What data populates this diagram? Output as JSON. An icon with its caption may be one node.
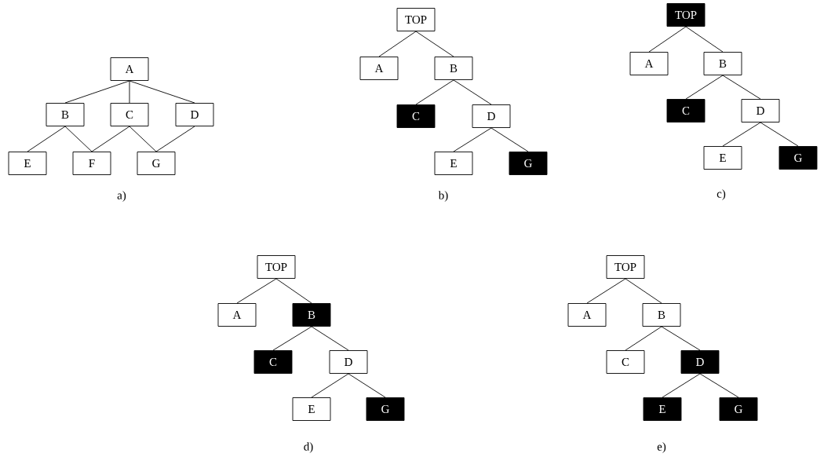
{
  "diagram": {
    "nodes": [
      {
        "text": [
          "A"
        ]
      },
      {
        "text": [
          "B"
        ]
      },
      {
        "text": [
          "C"
        ]
      },
      {
        "text": [
          "D"
        ]
      },
      {
        "text": [
          "E"
        ]
      },
      {
        "text": [
          "F"
        ]
      },
      {
        "text": [
          "G"
        ]
      },
      {
        "text": [
          "TOP"
        ]
      },
      {
        "text": [
          "A"
        ]
      },
      {
        "text": [
          "B"
        ]
      },
      {
        "text": [
          "C"
        ]
      },
      {
        "text": [
          "D"
        ]
      },
      {
        "text": [
          "E"
        ]
      },
      {
        "text": [
          "G"
        ]
      },
      {
        "text": [
          "TOP"
        ]
      },
      {
        "text": [
          "A"
        ]
      },
      {
        "text": [
          "B"
        ]
      },
      {
        "text": [
          "C"
        ]
      },
      {
        "text": [
          "D"
        ]
      },
      {
        "text": [
          "E"
        ]
      },
      {
        "text": [
          "G"
        ]
      },
      {
        "text": [
          "TOP"
        ]
      },
      {
        "text": [
          "A"
        ]
      },
      {
        "text": [
          "B"
        ]
      },
      {
        "text": [
          "C"
        ]
      },
      {
        "text": [
          "D"
        ]
      },
      {
        "text": [
          "E"
        ]
      },
      {
        "text": [
          "G"
        ]
      },
      {
        "text": [
          "TOP"
        ]
      },
      {
        "text": [
          "A"
        ]
      },
      {
        "text": [
          "B"
        ]
      },
      {
        "text": [
          "C"
        ]
      },
      {
        "text": [
          "D"
        ]
      },
      {
        "text": [
          "E"
        ]
      },
      {
        "text": [
          "G"
        ]
      }
    ],
    "edges": [
      {
        "from": 0,
        "to": 1,
        "arrow": "none"
      },
      {
        "from": 0,
        "to": 2,
        "arrow": "none"
      },
      {
        "from": 0,
        "to": 3,
        "arrow": "none"
      },
      {
        "from": 1,
        "to": 4,
        "arrow": "none"
      },
      {
        "from": 1,
        "to": 5,
        "arrow": "none"
      },
      {
        "from": 2,
        "to": 5,
        "arrow": "none"
      },
      {
        "from": 2,
        "to": 6,
        "arrow": "none"
      },
      {
        "from": 3,
        "to": 6,
        "arrow": "none"
      },
      {
        "from": 7,
        "to": 8,
        "arrow": "none"
      },
      {
        "from": 7,
        "to": 9,
        "arrow": "none"
      },
      {
        "from": 9,
        "to": 10,
        "arrow": "none"
      },
      {
        "from": 9,
        "to": 11,
        "arrow": "none"
      },
      {
        "from": 11,
        "to": 12,
        "arrow": "none"
      },
      {
        "from": 11,
        "to": 13,
        "arrow": "none"
      },
      {
        "from": 14,
        "to": 15,
        "arrow": "none"
      },
      {
        "from": 14,
        "to": 16,
        "arrow": "none"
      },
      {
        "from": 16,
        "to": 17,
        "arrow": "none"
      },
      {
        "from": 16,
        "to": 18,
        "arrow": "none"
      },
      {
        "from": 18,
        "to": 19,
        "arrow": "none"
      },
      {
        "from": 18,
        "to": 20,
        "arrow": "none"
      },
      {
        "from": 21,
        "to": 22,
        "arrow": "none"
      },
      {
        "from": 21,
        "to": 23,
        "arrow": "none"
      },
      {
        "from": 23,
        "to": 24,
        "arrow": "none"
      },
      {
        "from": 23,
        "to": 25,
        "arrow": "none"
      },
      {
        "from": 25,
        "to": 26,
        "arrow": "none"
      },
      {
        "from": 25,
        "to": 27,
        "arrow": "none"
      },
      {
        "from": 28,
        "to": 29,
        "arrow": "none"
      },
      {
        "from": 28,
        "to": 30,
        "arrow": "none"
      },
      {
        "from": 30,
        "to": 31,
        "arrow": "none"
      },
      {
        "from": 30,
        "to": 32,
        "arrow": "none"
      },
      {
        "from": 32,
        "to": 33,
        "arrow": "none"
      },
      {
        "from": 32,
        "to": 34,
        "arrow": "none"
      }
    ],
    "labels": [
      "a)",
      "b)",
      "c)",
      "d)",
      "e)"
    ]
  }
}
